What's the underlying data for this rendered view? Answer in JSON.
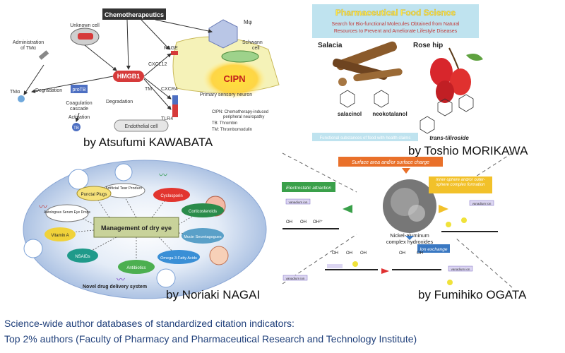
{
  "panels": {
    "kawabata": {
      "byline": "by Atsufumi KAWABATA",
      "labels": {
        "chemo": "Chemotherapeutics",
        "unknown_cell": "Unknown cell",
        "hmgb1": "HMGB1",
        "admin": "Administration",
        "of_tma": "of TMα",
        "tma": "TMα",
        "degradation": "Degradation",
        "degradation2": "Degradation",
        "pro_tb": "proTB",
        "coag": "Coagulation",
        "cascade": "cascade",
        "activation": "Activation",
        "tb": "TB",
        "tm": "TM",
        "rage": "RAGE",
        "cxcl12": "CXCL12",
        "cxcr4": "CXCR4",
        "tlr4": "TLR4",
        "cipn": "CIPN",
        "primary": "Primary sensory neuron",
        "mphi": "Mφ",
        "schwann": "Schwann",
        "cell": "cell",
        "endothelial": "Endothelial cell",
        "legend1": "CIPN: Chemotherapy-induced",
        "legend1b": "peripheral neuropathy",
        "legend2": "TB: Thrombin",
        "legend3": "TM: Thrombomodulin"
      }
    },
    "morikawa": {
      "byline": "by Toshio MORIKAWA",
      "title": "Pharmaceutical Food Science",
      "subtitle1": "Search for Bio-functional Molecules Obtained from Natural",
      "subtitle2": "Resources to Prevent and Ameliorate Lifestyle Diseases",
      "salacia": "Salacia",
      "rosehip": "Rose hip",
      "salacinol": "salacinol",
      "neokotalanol": "neokotalanol",
      "tiliroside": "trans-tiliroside",
      "bottom_bar": "Functional substances of food with health claims"
    },
    "nagai": {
      "byline": "by Noriaki NAGAI",
      "center": "Management of dry eye",
      "items": [
        "Artificial Tear Product",
        "Cyclosporin",
        "Corticosteroids",
        "Mucin Secretagogues",
        "Omega-3-Fatty Acids",
        "Antibiotics",
        "NSAIDs",
        "Vitamin A",
        "Autologous Serum Eye Drops",
        "Punctal Plugs"
      ],
      "system": "Novel drug delivery system"
    },
    "ogata": {
      "byline": "by Fumihiko OGATA",
      "surface": "Surface area and/or surface charge",
      "electrostatic": "Electrostatic attraction",
      "inner": "Inner-sphere and/or outer-sphere complex formation",
      "ion_exchange": "Ion exchange",
      "center1": "Nickel-aluminum",
      "center2": "complex hydroxides",
      "vion": "vanadium ion",
      "oh": "OH",
      "oh2": "OH²⁺"
    }
  },
  "footer": {
    "line1": "Science-wide author databases of standardized citation indicators:",
    "line2": "Top 2% authors (Faculty of Pharmacy and Pharmaceutical Research and Technology Institute)"
  },
  "colors": {
    "hmgb1": "#d63a3a",
    "cipn_glow": "#ffe23a",
    "neuron": "#f5f2b8",
    "title_bar": "#bfe3ef",
    "footer_text": "#1f3f7a",
    "ellipse": "#b8cde8"
  }
}
